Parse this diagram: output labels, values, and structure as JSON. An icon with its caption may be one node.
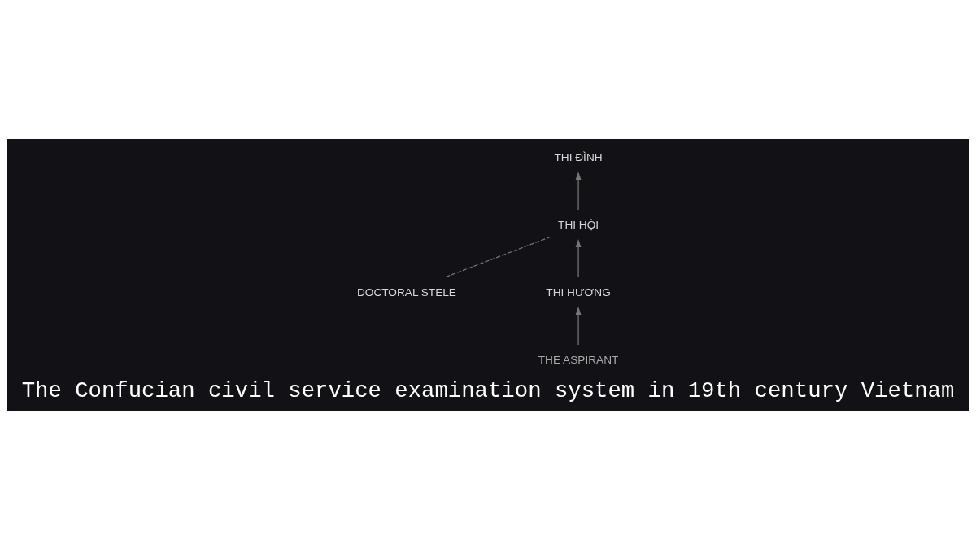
{
  "diagram": {
    "title": "The Confucian civil service examination system in 19th century Vietnam",
    "nodes": [
      {
        "text": [
          "THI ĐÌNH"
        ]
      },
      {
        "text": [
          "THI HỘI"
        ]
      },
      {
        "text": [
          "THI HƯƠNG"
        ]
      },
      {
        "text": [
          "THE ASPIRANT"
        ]
      },
      {
        "text": [
          "DOCTORAL STELE"
        ]
      }
    ],
    "edges": [
      {
        "from": 3,
        "to": 2,
        "arrow": "to"
      },
      {
        "from": 2,
        "to": 1,
        "arrow": "to"
      },
      {
        "from": 1,
        "to": 0,
        "arrow": "to"
      },
      {
        "from": 1,
        "to": 4,
        "arrow": "none",
        "style": "dashed"
      }
    ]
  }
}
